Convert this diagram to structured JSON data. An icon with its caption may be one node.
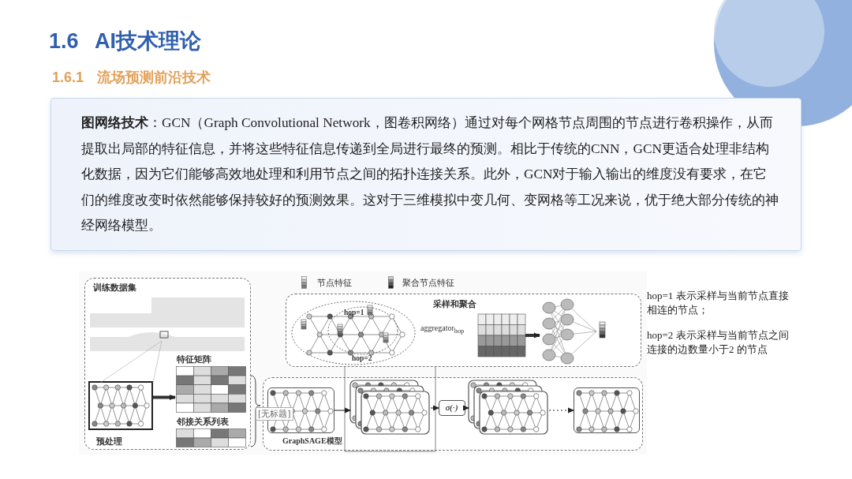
{
  "diagram": {
    "title": "1.6 AI技术理论",
    "nodes": [
      {
        "text": [
          "训练数据集",
          "预处理"
        ]
      },
      {
        "text": [
          "特征矩阵"
        ],
        "in": 0
      },
      {
        "text": [
          "邻接关系列表"
        ],
        "in": 0
      },
      {
        "text": [],
        "shape": "picture",
        "in": 0
      },
      {
        "text": [
          "采样和聚合"
        ]
      },
      {
        "text": [
          "GraphSAGE模型"
        ]
      },
      {
        "text": [],
        "shape": "picture",
        "in": 5
      },
      {
        "text": [],
        "shape": "picture",
        "in": 5
      },
      {
        "text": [
          "σ(·)"
        ],
        "in": 5
      },
      {
        "text": [],
        "shape": "picture",
        "in": 5
      },
      {
        "text": [],
        "shape": "picture",
        "in": 5
      },
      {
        "text": [],
        "shape": "picture",
        "in": 4
      },
      {
        "text": [],
        "shape": "picture",
        "in": 4
      },
      {
        "text": [],
        "shape": "picture",
        "in": 4
      }
    ],
    "edges": [
      {
        "from": 3,
        "to": 1,
        "arrow": "to",
        "style": "thick"
      },
      {
        "from": 12,
        "to": 13,
        "arrow": "to",
        "style": "thick"
      },
      {
        "from": 6,
        "to": 7,
        "arrow": "to"
      },
      {
        "from": 7,
        "to": 8,
        "arrow": "to"
      },
      {
        "from": 8,
        "to": 9,
        "arrow": "to"
      },
      {
        "from": 9,
        "to": 10,
        "arrow": "to",
        "style": "dashed"
      }
    ],
    "labels": [
      "1.6.1 流场预测前沿技术",
      "**图网络技术**：GCN（Graph Convolutional Network，图卷积网络）通过对每个网格节点周围的节点进行卷积操作，从而提取出局部的特征信息，并将这些特征信息传递到全局进行最终的预测。相比于传统的CNN，GCN更适合处理非结构化数据，因为它们能够高效地处理和利用节点之间的拓扑连接关系。此外，GCN对于输入输出的维度没有要求，在它们的维度改变时依然能够保持较好的预测效果。这对于三维模拟中变几何、变网格等工况来说，优于绝大部分传统的神经网络模型。",
      "hop=1",
      "hop=2",
      "aggregator$_{hop}$",
      "[无标题]",
      "hop=1 表示采样与当前节点直接相连的节点；",
      "hop=2 表示采样与当前节点之间连接的边数量小于2 的节点"
    ],
    "legend": [
      {
        "text": "节点特征"
      },
      {
        "text": "聚合节点特征"
      }
    ]
  }
}
